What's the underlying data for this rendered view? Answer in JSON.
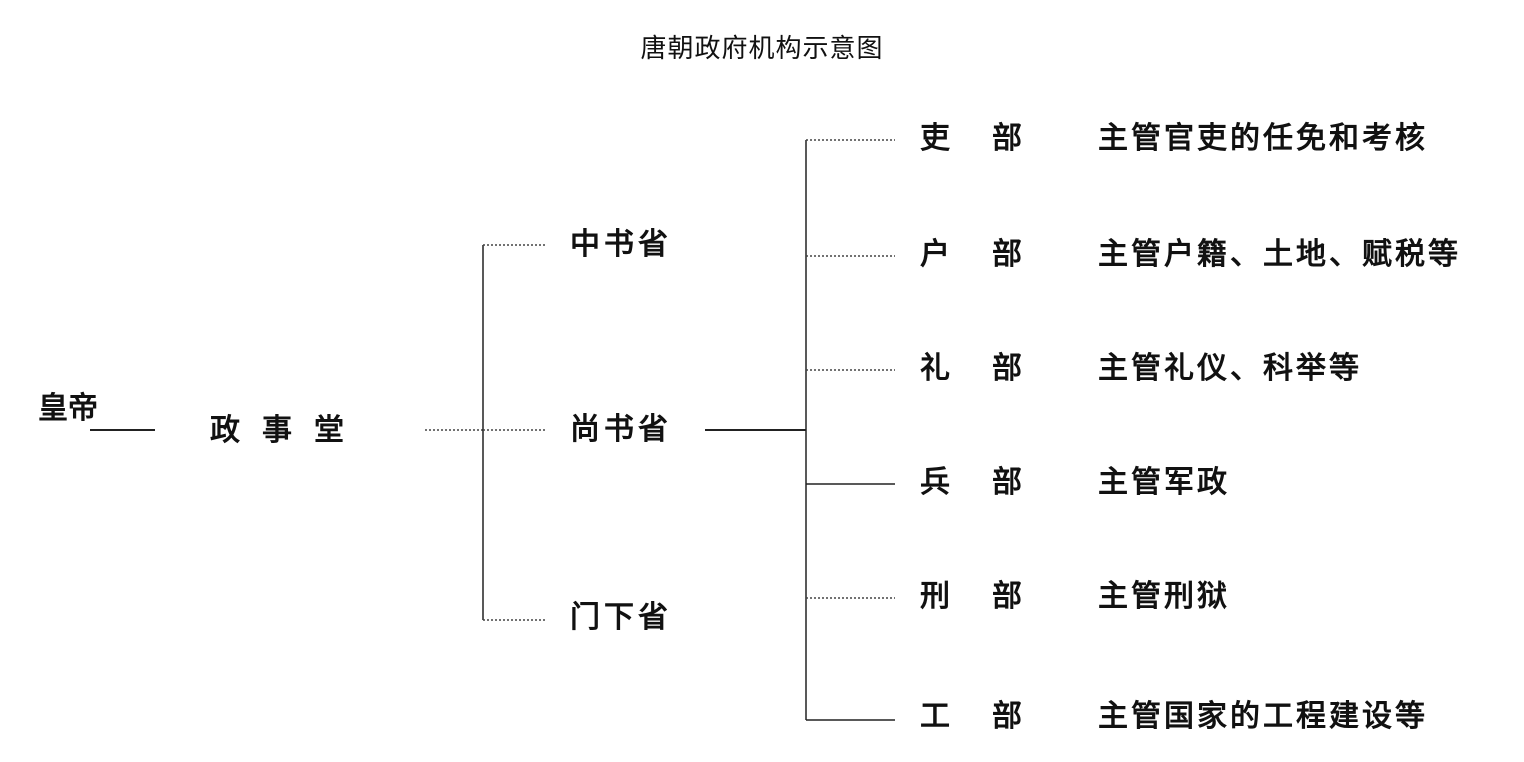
{
  "title": "唐朝政府机构示意图",
  "emperor": "皇帝",
  "council": "政事堂",
  "provinces": [
    "中书省",
    "尚书省",
    "门下省"
  ],
  "ministries": [
    {
      "name": "吏部",
      "duty": "主管官吏的任免和考核"
    },
    {
      "name": "户部",
      "duty": "主管户籍、土地、赋税等"
    },
    {
      "name": "礼部",
      "duty": "主管礼仪、科举等"
    },
    {
      "name": "兵部",
      "duty": "主管军政"
    },
    {
      "name": "刑部",
      "duty": "主管刑狱"
    },
    {
      "name": "工部",
      "duty": "主管国家的工程建设等"
    }
  ]
}
